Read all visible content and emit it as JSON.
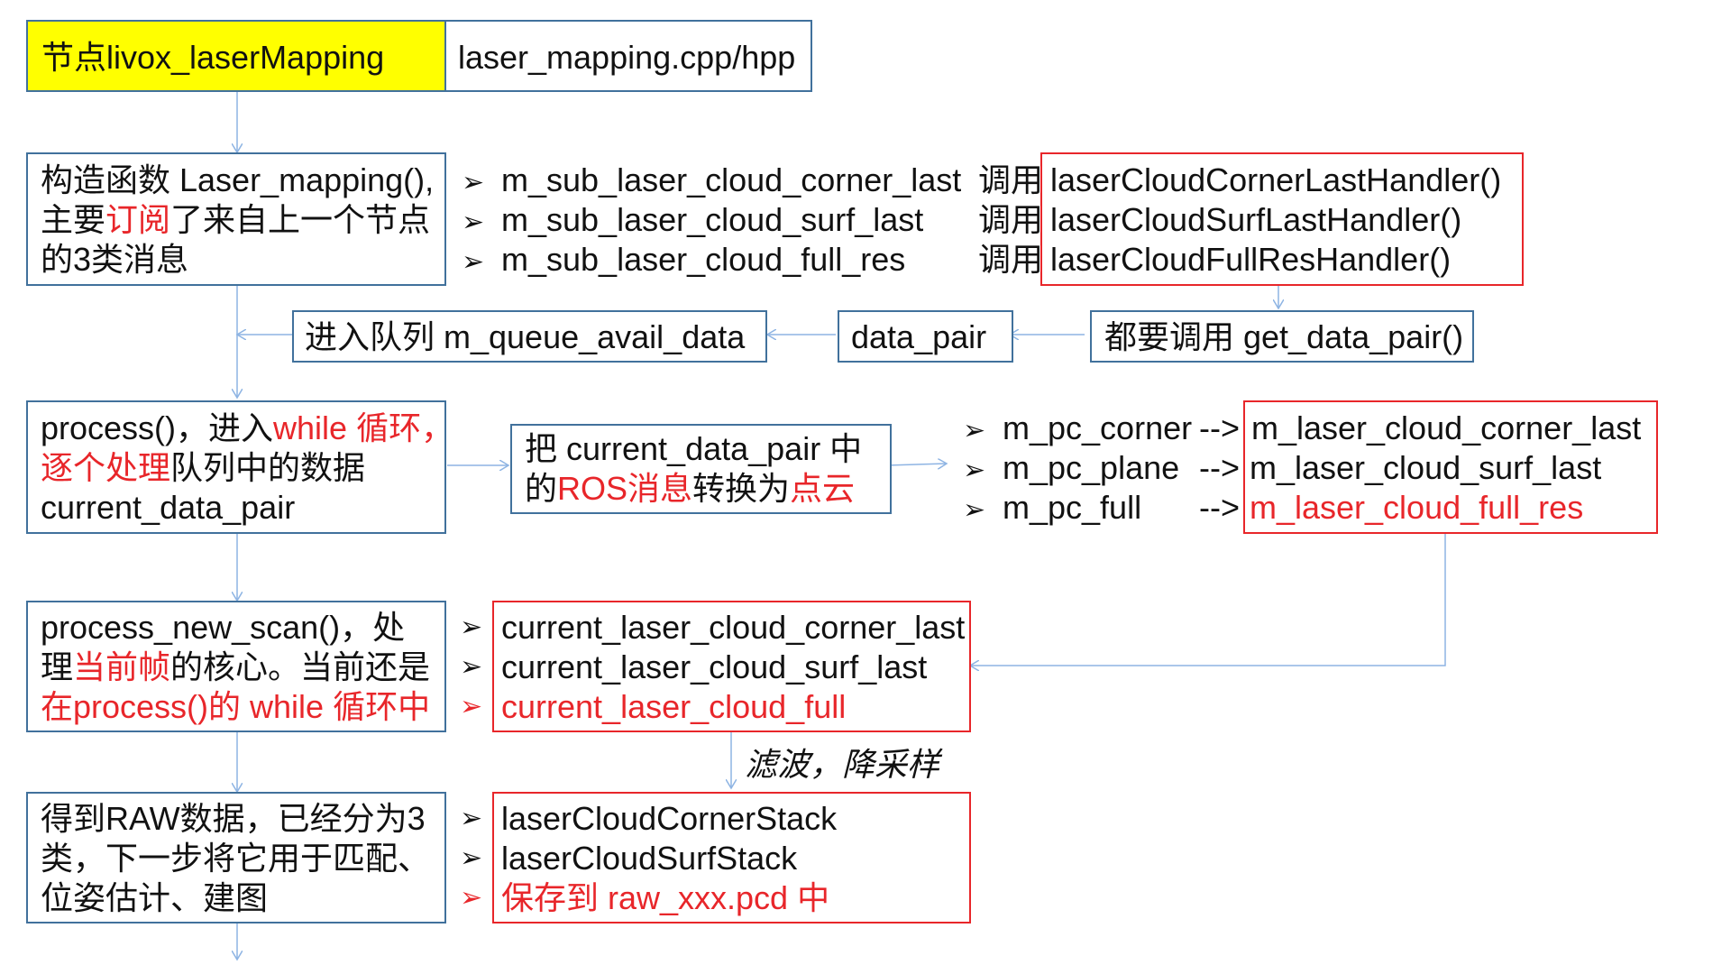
{
  "header": {
    "node_label": "节点livox_laserMapping",
    "file_label": "laser_mapping.cpp/hpp",
    "highlight_color": "#ffff00"
  },
  "constructor": {
    "line1": "构造函数 Laser_mapping(),",
    "line2_a": "主要",
    "line2_red": "订阅",
    "line2_b": "了来自上一个节点",
    "line3": "的3类消息"
  },
  "subscriptions": [
    {
      "bullet": "➢",
      "topic": "m_sub_laser_cloud_corner_last",
      "call": "调用",
      "handler": "laserCloudCornerLastHandler()"
    },
    {
      "bullet": "➢",
      "topic": "m_sub_laser_cloud_surf_last",
      "call": "调用",
      "handler": "laserCloudSurfLastHandler()"
    },
    {
      "bullet": "➢",
      "topic": "m_sub_laser_cloud_full_res",
      "call": "调用",
      "handler": "laserCloudFullResHandler()"
    }
  ],
  "queue_row": {
    "enqueue": "进入队列 m_queue_avail_data",
    "data_pair": "data_pair",
    "get_pair": "都要调用 get_data_pair()"
  },
  "process": {
    "line1_a": "process()，进入",
    "line1_red": "while 循环，",
    "line2_red": "逐个处理",
    "line2_b": "队列中的数据",
    "line3": "current_data_pair"
  },
  "convert": {
    "line1": "把 current_data_pair 中",
    "line2_a": "的",
    "line2_red1": "ROS消息",
    "line2_b": "转换为",
    "line2_red2": "点云"
  },
  "mapping": [
    {
      "bullet": "➢",
      "src": "m_pc_corner",
      "arrow": "-->",
      "dst": "m_laser_cloud_corner_last",
      "dst_red": false
    },
    {
      "bullet": "➢",
      "src": "m_pc_plane",
      "arrow": "-->",
      "dst": "m_laser_cloud_surf_last",
      "dst_red": false
    },
    {
      "bullet": "➢",
      "src": "m_pc_full",
      "arrow": "-->",
      "dst": "m_laser_cloud_full_res",
      "dst_red": true
    }
  ],
  "new_scan": {
    "line1": "process_new_scan()，处",
    "line2_a": "理",
    "line2_red": "当前帧",
    "line2_b": "的核心。当前还是",
    "line3_red": "在process()的 while 循环中"
  },
  "current_clouds": [
    {
      "bullet": "➢",
      "text": "current_laser_cloud_corner_last",
      "red": false
    },
    {
      "bullet": "➢",
      "text": "current_laser_cloud_surf_last",
      "red": false
    },
    {
      "bullet": "➢",
      "text": "current_laser_cloud_full",
      "red": true
    }
  ],
  "filter_label": "滤波，降采样",
  "raw": {
    "line1": "得到RAW数据，已经分为3",
    "line2": "类，下一步将它用于匹配、",
    "line3": "位姿估计、建图"
  },
  "stacks": [
    {
      "bullet": "➢",
      "text": "laserCloudCornerStack",
      "red": false
    },
    {
      "bullet": "➢",
      "text": "laserCloudSurfStack",
      "red": false
    },
    {
      "bullet": "➢",
      "text": "保存到 raw_xxx.pcd 中",
      "red": true
    }
  ],
  "colors": {
    "box_border": "#41719c",
    "red": "#e8262a",
    "connector": "#8eb4e3"
  }
}
